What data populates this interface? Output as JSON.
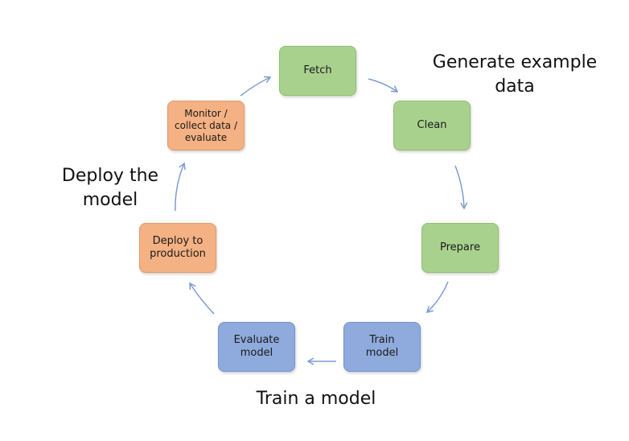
{
  "steps": {
    "fetch": "Fetch",
    "clean": "Clean",
    "prepare": "Prepare",
    "train": "Train\nmodel",
    "evaluate": "Evaluate\nmodel",
    "deploy": "Deploy to\nproduction",
    "monitor": "Monitor /\ncollect data /\nevaluate"
  },
  "phases": {
    "generate_line1": "Generate example",
    "generate_line2": "data",
    "train": "Train a model",
    "deploy_line1": "Deploy the",
    "deploy_line2": "model"
  },
  "colors": {
    "green": "#a9d18e",
    "orange": "#f4b183",
    "blue": "#8faadc",
    "arrow": "#7f9bd0"
  }
}
